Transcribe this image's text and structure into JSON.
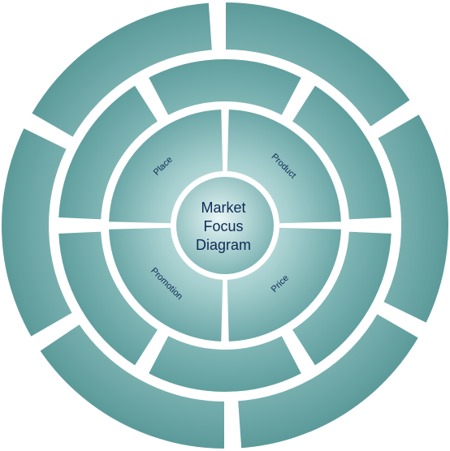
{
  "diagram": {
    "center": {
      "lines": [
        "Market",
        "Focus",
        "Diagram"
      ]
    },
    "quadrants": [
      {
        "label": "Place"
      },
      {
        "label": "Product"
      },
      {
        "label": "Price"
      },
      {
        "label": "Promotion"
      }
    ],
    "colors": {
      "fill_light": "#c7e3e3",
      "fill_dark": "#5e9d9d",
      "text": "#0d2b57"
    }
  }
}
